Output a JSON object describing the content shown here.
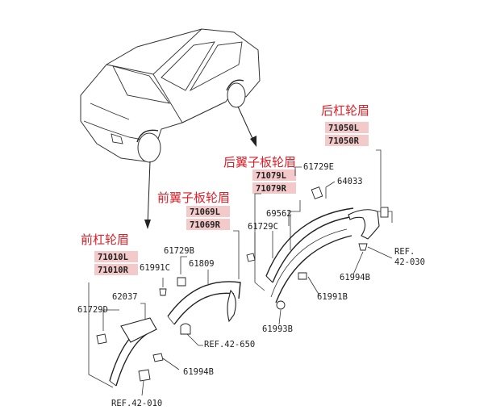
{
  "labels": {
    "rear_bumper_arch": "后杠轮眉",
    "rear_fender_arch": "后翼子板轮眉",
    "front_fender_arch": "前翼子板轮眉",
    "front_bumper_arch": "前杠轮眉"
  },
  "parts": {
    "p71050L": "71050L",
    "p71050R": "71050R",
    "p71079L": "71079L",
    "p71079R": "71079R",
    "p71069L": "71069L",
    "p71069R": "71069R",
    "p71010L": "71010L",
    "p71010R": "71010R",
    "p61729E": "61729E",
    "p64033": "64033",
    "p69562": "69562",
    "p61729C": "61729C",
    "p61729B": "61729B",
    "p61991C": "61991C",
    "p61809": "61809",
    "p62037": "62037",
    "p61729D": "61729D",
    "p61994B_rear": "61994B",
    "p61991B": "61991B",
    "p61993B": "61993B",
    "p61994B_front": "61994B"
  },
  "refs": {
    "ref_42_030_a": "REF.",
    "ref_42_030_b": "42-030",
    "ref_42_650": "REF.42-650",
    "ref_42_010": "REF.42-010"
  }
}
